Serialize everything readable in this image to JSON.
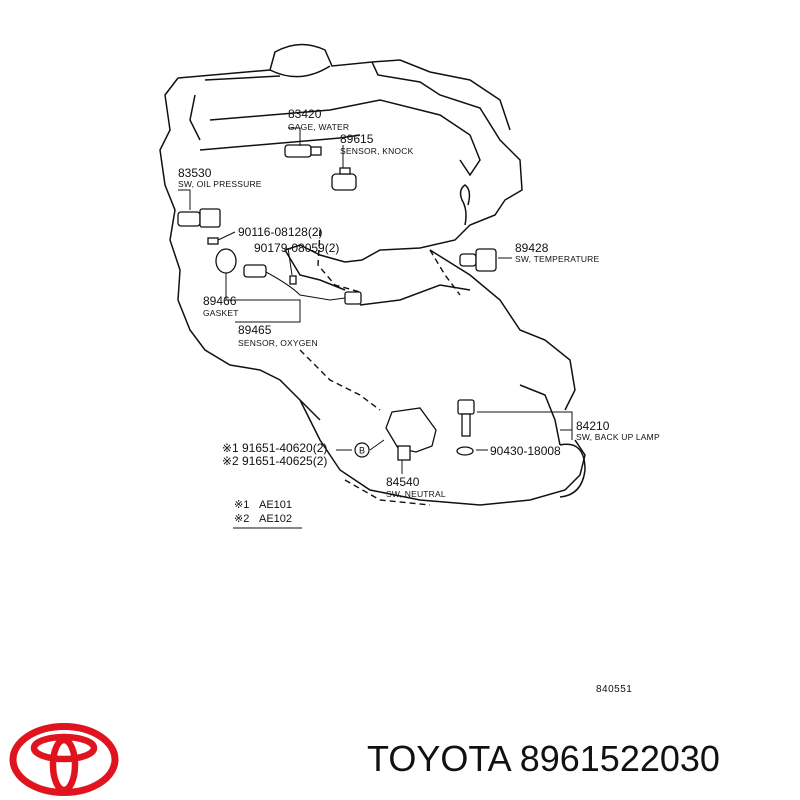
{
  "parts": [
    {
      "number": "83420",
      "desc": "GAGE, WATER"
    },
    {
      "number": "89615",
      "desc": "SENSOR, KNOCK"
    },
    {
      "number": "83530",
      "desc": "SW, OIL PRESSURE"
    },
    {
      "number": "90116-08128(2)",
      "desc": ""
    },
    {
      "number": "90179-08059(2)",
      "desc": ""
    },
    {
      "number": "89428",
      "desc": "SW, TEMPERATURE"
    },
    {
      "number": "89466",
      "desc": "GASKET"
    },
    {
      "number": "89465",
      "desc": "SENSOR, OXYGEN"
    },
    {
      "number": "84210",
      "desc": "SW, BACK UP LAMP"
    },
    {
      "number": "90430-18008",
      "desc": ""
    },
    {
      "number": "84540",
      "desc": "SW, NEUTRAL"
    }
  ],
  "variant_bolts": [
    {
      "mark": "※1",
      "number": "91651-40620(2)"
    },
    {
      "mark": "※2",
      "number": "91651-40625(2)"
    }
  ],
  "circle_marker": "B",
  "legend": [
    {
      "mark": "※1",
      "model": "AE101"
    },
    {
      "mark": "※2",
      "model": "AE102"
    }
  ],
  "figure_ref": "840551",
  "footer": {
    "brand": "TOYOTA",
    "part_number": "8961522030"
  },
  "colors": {
    "logo": "#e0141e",
    "ink": "#111111"
  }
}
